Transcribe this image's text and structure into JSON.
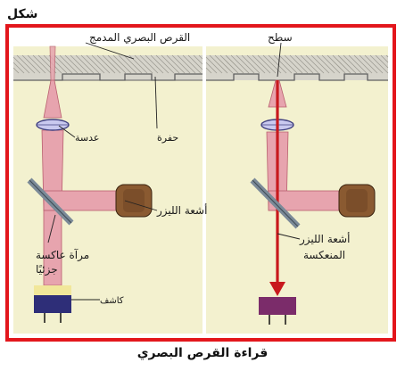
{
  "figure": {
    "heading": "شكل",
    "caption": "قراءة القرص البصري"
  },
  "labels": {
    "compact_disc": "القرص البصري المدمج",
    "surface": "سطح",
    "lens": "عدسة",
    "pit": "حفرة",
    "laser_beam": "أشعة الليزر",
    "half_mirror_line1": "مرآة عاكسة",
    "half_mirror_line2": "جزئيًا",
    "reflected_line1": "أشعة الليزر",
    "reflected_line2": "المنعكسة",
    "detector": "كاشف"
  },
  "colors": {
    "frame": "#e3161c",
    "panel": "#f3f1cf",
    "disc": "#d6d4cb",
    "beam": "#e7a4ae",
    "beam_edge": "#b9606f",
    "reflected_beam": "#c8191d",
    "laser_body": "#8a5a31",
    "laser_cap": "#e8cf92",
    "detector_left": "#2e2e78",
    "detector_right": "#7b2c6a",
    "detector_top": "#f1e79a"
  }
}
